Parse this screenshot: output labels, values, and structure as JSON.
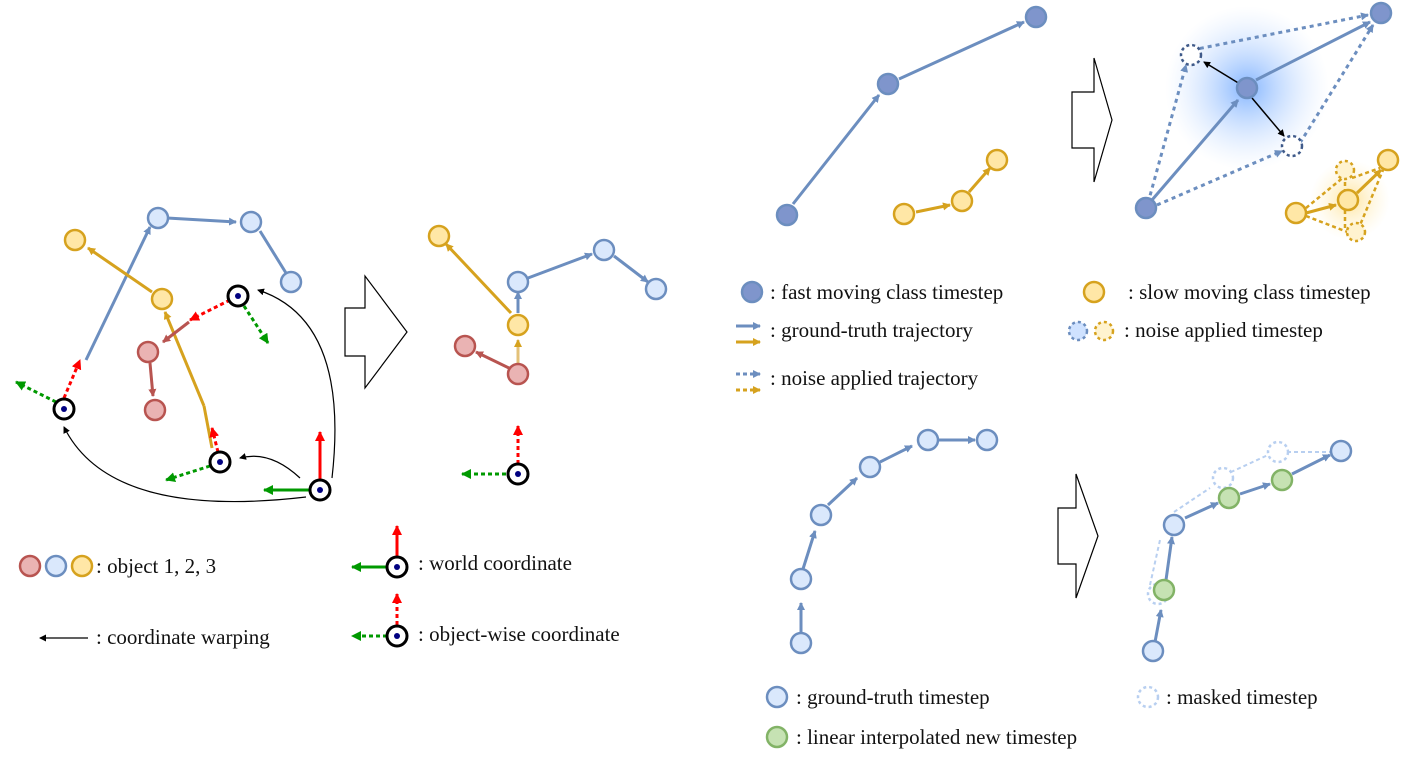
{
  "colors": {
    "red_fill": "#eab3b3",
    "red_stroke": "#b85450",
    "blue_fill": "#dae8fc",
    "blue_stroke": "#6c8ebf",
    "yellow_fill": "#ffe7a6",
    "yellow_stroke": "#d6a21e",
    "dark_blue_fill": "#7f95cc",
    "green_fill": "#c6e2b3",
    "green_stroke": "#82b366",
    "axis_red": "#ff0000",
    "axis_green": "#009900",
    "arrow_blue": "#6c8ebf",
    "arrow_yellow": "#d6a21e"
  },
  "legend_left": {
    "objects": ": object 1, 2, 3",
    "warping": ": coordinate warping",
    "world": ": world coordinate",
    "object_wise": ": object-wise coordinate"
  },
  "legend_right_top": {
    "fast": ": fast moving class timestep",
    "slow": ": slow moving class timestep",
    "gt_traj": ": ground-truth trajectory",
    "noise_ts": ": noise applied timestep",
    "noise_traj": ": noise applied trajectory"
  },
  "legend_right_bottom": {
    "gt_ts": ": ground-truth timestep",
    "masked": ": masked timestep",
    "interp": ": linear interpolated new timestep"
  }
}
